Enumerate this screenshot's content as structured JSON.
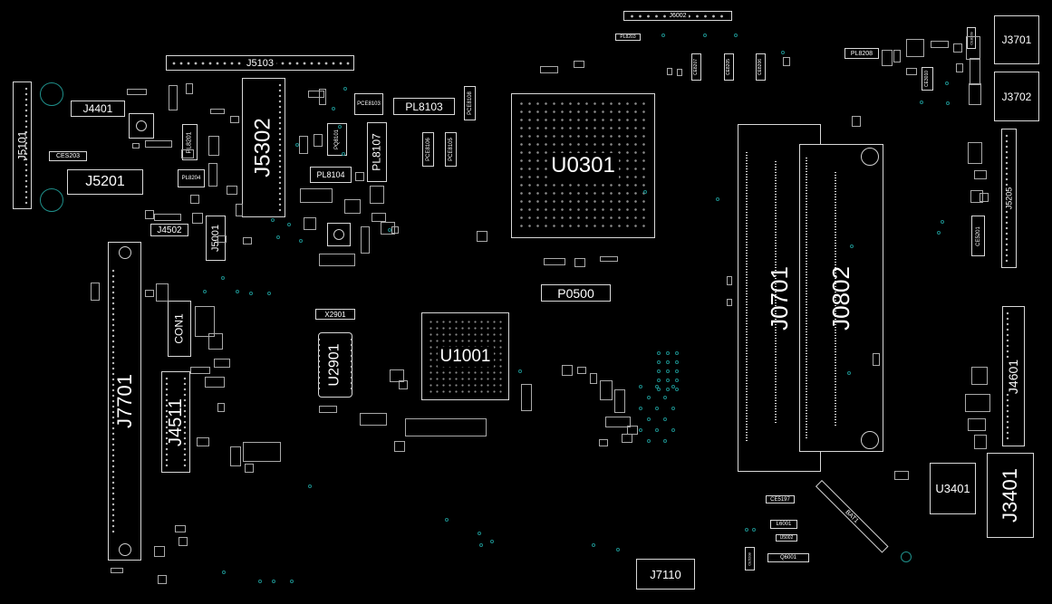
{
  "board": {
    "connectors": {
      "j5101": "J5101",
      "j4401": "J4401",
      "j5201": "J5201",
      "j4502": "J4502",
      "j5001": "J5001",
      "j5103": "J5103",
      "j5302": "J5302",
      "j6002": "J6002",
      "j3701": "J3701",
      "j3702": "J3702",
      "j5205": "J5205",
      "j0701": "J0701",
      "j0802": "J0802",
      "j4601": "J4601",
      "j3401": "J3401",
      "j7701": "J7701",
      "j4511": "J4511",
      "j7110": "J7110",
      "con1": "CON1",
      "p0500": "P0500"
    },
    "chips": {
      "u0301": "U0301",
      "u1001": "U1001",
      "u2901": "U2901",
      "u3401": "U3401",
      "x2901": "X2901"
    },
    "inductors": {
      "pl8103": "PL8103",
      "pl8107": "PL8107",
      "pl8104": "PL8104",
      "pl8208": "PL8208",
      "pl8201": "PL8201",
      "pl8204": "PL8204",
      "pl8203": "PL8203"
    },
    "capacitors": {
      "ces203": "CES203",
      "ce5197": "CE5197",
      "ce5208": "CE5208",
      "pce8103": "PCE8103",
      "pce8106": "PCE8106",
      "pce8105": "PCE8105",
      "pce8108": "PCE8108",
      "ce8207": "CE8207",
      "ce8205": "CE8205",
      "ce8206": "CE8206",
      "ce8209": "CE8209"
    },
    "misc": {
      "bat1": "BAT1",
      "l6001": "L6001",
      "u5002": "U5002",
      "q6001": "Q6001",
      "pq8101": "PQ8101",
      "ce5201": "CE5201",
      "ce3010": "CE3010"
    }
  }
}
